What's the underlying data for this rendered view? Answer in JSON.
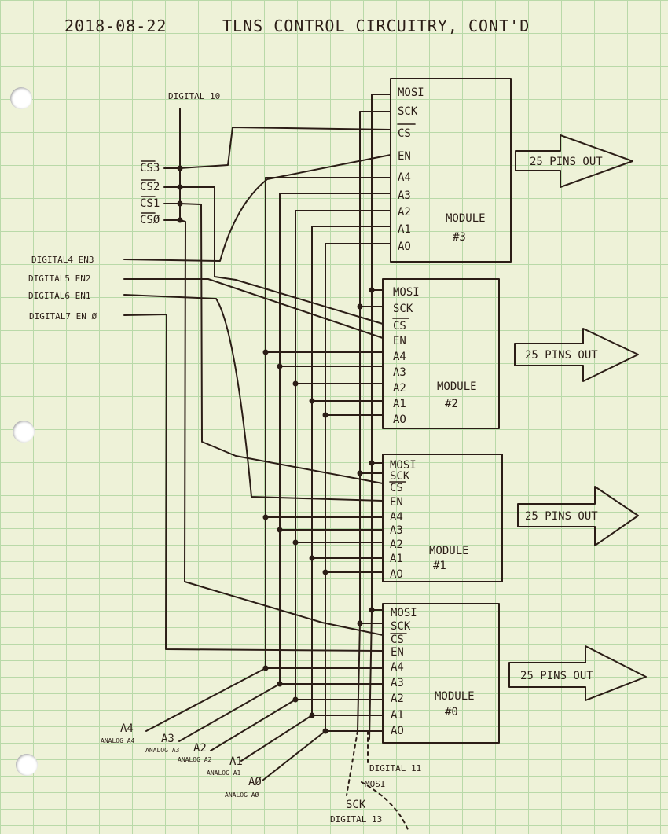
{
  "title": {
    "date": "2018-08-22",
    "text": "TLNS   CONTROL CIRCUITRY, CONT'D"
  },
  "inputs": {
    "digital10": "DIGITAL 10",
    "cs3": "CS3",
    "cs2": "CS2",
    "cs1": "CS1",
    "cs0": "CSØ",
    "d4": "DIGITAL4 EN3",
    "d5": "DIGITAL5 EN2",
    "d6": "DIGITAL6 EN1",
    "d7": "DIGITAL7 EN Ø",
    "a4": "A4",
    "a4_sub": "ANALOG A4",
    "a3": "A3",
    "a3_sub": "ANALOG A3",
    "a2": "A2",
    "a2_sub": "ANALOG A2",
    "a1": "A1",
    "a1_sub": "ANALOG A1",
    "a0": "AØ",
    "a0_sub": "ANALOG AØ",
    "digital11": "DIGITAL 11",
    "mosi": "MOSI",
    "sck": "SCK",
    "digital13": "DIGITAL 13"
  },
  "pin_labels": {
    "mosi": "MOSI",
    "sck": "SCK",
    "cs": "CS",
    "en": "EN",
    "a4": "A4",
    "a3": "A3",
    "a2": "A2",
    "a1": "A1",
    "a0": "AO"
  },
  "modules": [
    {
      "name": "MODULE",
      "number": "#3",
      "output": "25 PINS OUT"
    },
    {
      "name": "MODULE",
      "number": "#2",
      "output": "25 PINS OUT"
    },
    {
      "name": "MODULE",
      "number": "#1",
      "output": "25 PINS OUT"
    },
    {
      "name": "MODULE",
      "number": "#0",
      "output": "25 PINS OUT"
    }
  ],
  "colors": {
    "paper": "#eef2d8",
    "grid": "#b9d9a8",
    "ink": "#2b1d16"
  }
}
